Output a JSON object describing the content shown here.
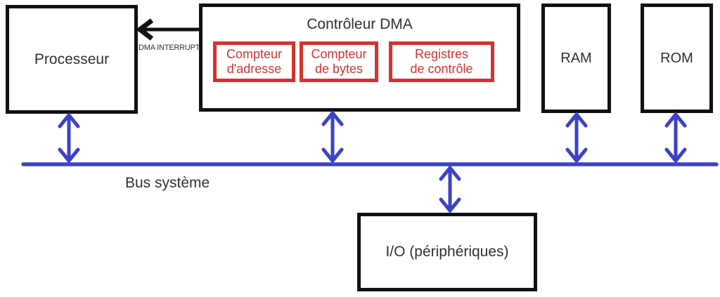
{
  "colors": {
    "accent_blue": "#3c42c5",
    "box_red": "#d23330",
    "line_black": "#111111",
    "text_dark": "#303030"
  },
  "boxes": {
    "processeur": {
      "label": "Processeur"
    },
    "dma": {
      "title": "Contrôleur DMA",
      "registers": [
        {
          "line1": "Compteur",
          "line2": "d'adresse"
        },
        {
          "line1": "Compteur",
          "line2": "de bytes"
        },
        {
          "line1": "Registres",
          "line2": "de contrôle"
        }
      ]
    },
    "ram": {
      "label": "RAM"
    },
    "rom": {
      "label": "ROM"
    },
    "io": {
      "label": "I/O (périphériques)"
    }
  },
  "labels": {
    "interrupt": "DMA INTERRUPT",
    "bus": "Bus système"
  }
}
